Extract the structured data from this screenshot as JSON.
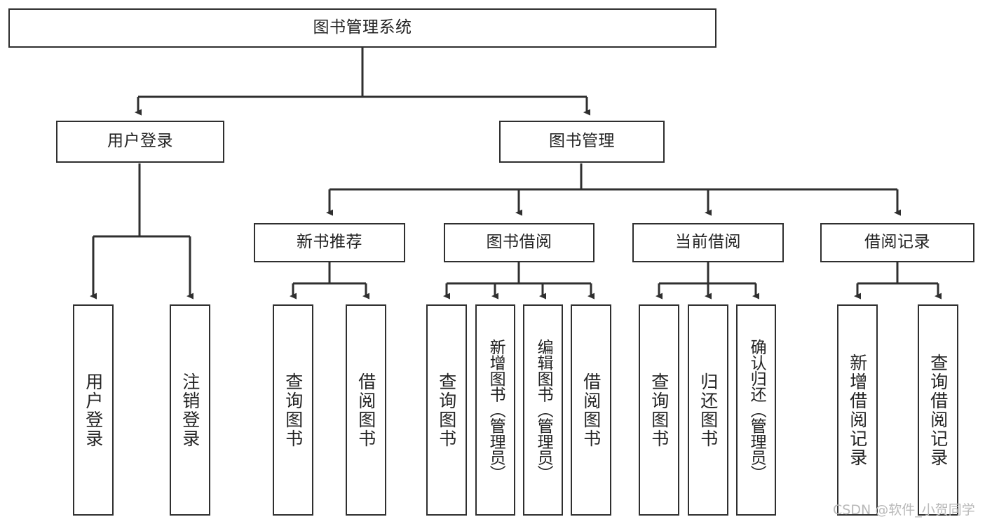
{
  "diagram": {
    "title": "图书管理系统",
    "watermark": "CSDN @软件_小贺同学",
    "line_color": "#2f2f2f",
    "text_color": "#232323",
    "background": "#ffffff",
    "nodes": {
      "root": "图书管理系统",
      "user_login": "用户登录",
      "book_manage": "图书管理",
      "new_book_rec": "新书推荐",
      "book_borrow": "图书借阅",
      "current_borrow": "当前借阅",
      "borrow_record": "借阅记录",
      "leaf_user_login": "用户登录",
      "leaf_logout": "注销登录",
      "leaf_query_book_1": "查询图书",
      "leaf_borrow_book_1": "借阅图书",
      "leaf_query_book_2": "查询图书",
      "leaf_add_book": "新增图书（管理员）",
      "leaf_edit_book": "编辑图书（管理员）",
      "leaf_borrow_book_2": "借阅图书",
      "leaf_query_book_3": "查询图书",
      "leaf_return_book": "归还图书",
      "leaf_confirm_return": "确认归还（管理员）",
      "leaf_add_record": "新增借阅记录",
      "leaf_query_record": "查询借阅记录"
    }
  }
}
